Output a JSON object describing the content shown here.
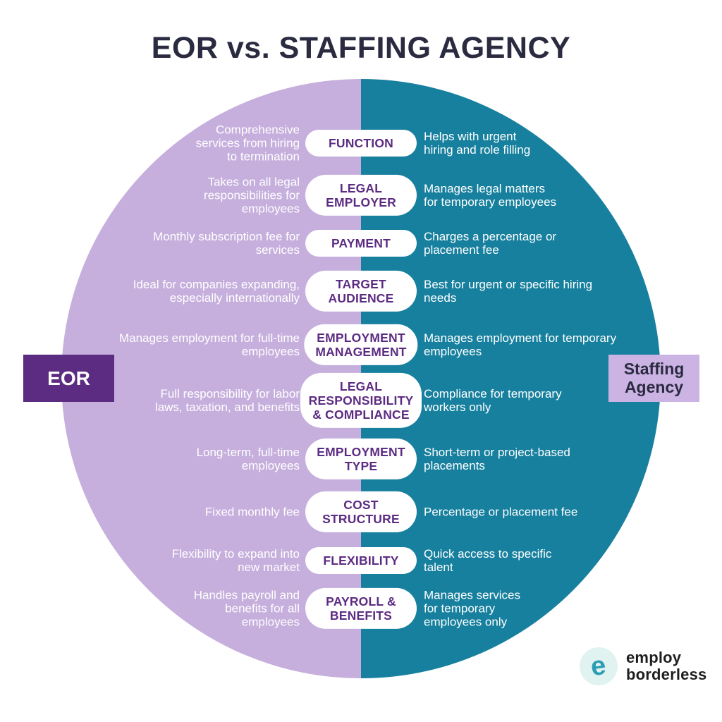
{
  "title": "EOR vs. STAFFING AGENCY",
  "left_side": {
    "label": "EOR"
  },
  "right_side": {
    "label": "Staffing\nAgency"
  },
  "rows": [
    {
      "category": "FUNCTION",
      "eor": "Comprehensive\nservices from hiring\nto termination",
      "agency": "Helps with urgent\nhiring and role filling"
    },
    {
      "category": "LEGAL\nEMPLOYER",
      "eor": "Takes on all legal\nresponsibilities for\nemployees",
      "agency": "Manages legal matters\nfor temporary employees"
    },
    {
      "category": "PAYMENT",
      "eor": "Monthly subscription fee for\nservices",
      "agency": "Charges a percentage or\nplacement fee"
    },
    {
      "category": "TARGET\nAUDIENCE",
      "eor": "Ideal for companies expanding,\nespecially internationally",
      "agency": "Best for urgent or specific hiring\nneeds"
    },
    {
      "category": "EMPLOYMENT\nMANAGEMENT",
      "eor": "Manages employment for full-time\nemployees",
      "agency": "Manages employment for temporary\nemployees"
    },
    {
      "category": "LEGAL\nRESPONSIBILITY\n& COMPLIANCE",
      "eor": "Full responsibility for labor\nlaws, taxation, and benefits",
      "agency": "Compliance for temporary\nworkers only"
    },
    {
      "category": "EMPLOYMENT\nTYPE",
      "eor": "Long-term, full-time\nemployees",
      "agency": "Short-term or project-based\nplacements"
    },
    {
      "category": "COST\nSTRUCTURE",
      "eor": "Fixed monthly fee",
      "agency": "Percentage or placement fee"
    },
    {
      "category": "FLEXIBILITY",
      "eor": "Flexibility to expand into\nnew market",
      "agency": "Quick access to specific\ntalent"
    },
    {
      "category": "PAYROLL &\nBENEFITS",
      "eor": "Handles payroll and\nbenefits for all\nemployees",
      "agency": "Manages services\nfor temporary\nemployees only"
    }
  ],
  "logo": {
    "icon_glyph": "e",
    "text": "employ\nborderless"
  },
  "colors": {
    "left_half": "#c6afdd",
    "right_half": "#17809e",
    "category_text": "#5c2b82",
    "eor_tag_bg": "#5c2b82",
    "staffing_tag_bg": "#cbb3e3",
    "title_text": "#2a2a40",
    "row_text": "#ffffff",
    "logo_e": "#2b9cb4"
  }
}
